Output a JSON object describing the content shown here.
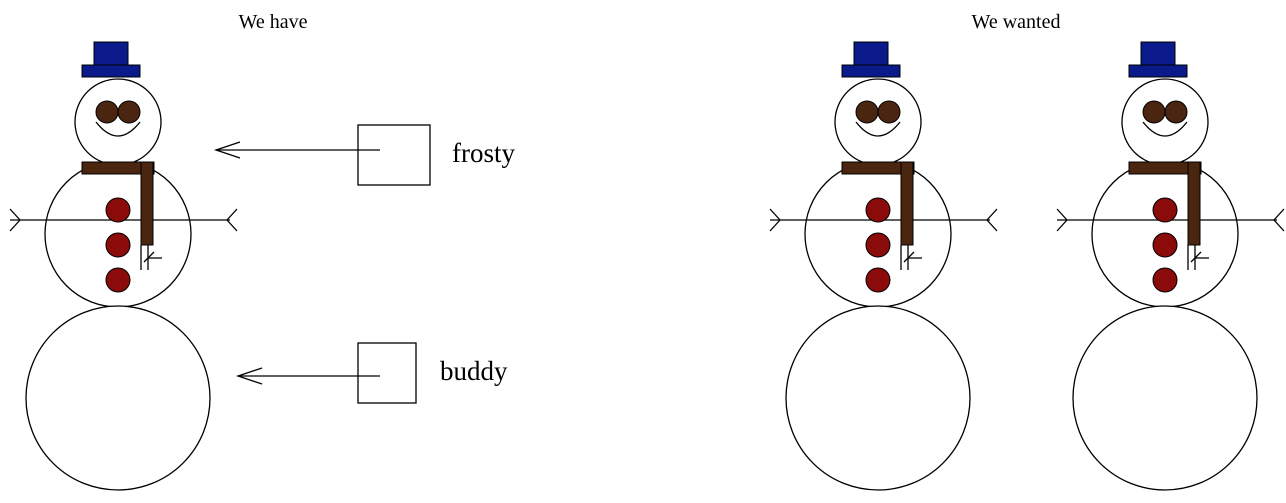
{
  "headings": {
    "left": "We have",
    "right": "We wanted"
  },
  "variables": [
    {
      "name": "frosty"
    },
    {
      "name": "buddy"
    }
  ],
  "colors": {
    "hat": "#0a1a8a",
    "eyes": "#4a2610",
    "scarf": "#4a2610",
    "buttons": "#8b0a0a",
    "outline": "#000000"
  }
}
